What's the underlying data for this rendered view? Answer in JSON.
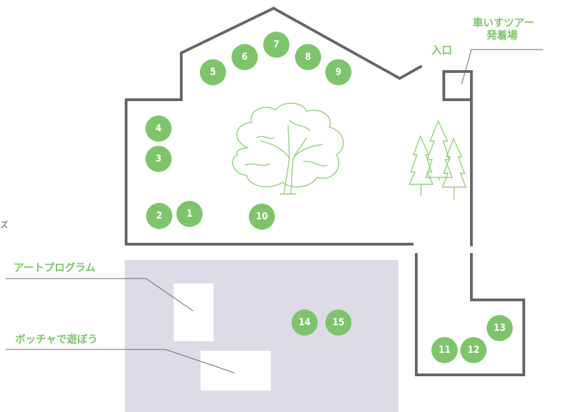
{
  "colors": {
    "accent": "#7dc46a",
    "wall": "#666666",
    "plaza": "#dddbe8"
  },
  "labels": {
    "entrance": "入口",
    "wheelchair_line1": "車いすツアー",
    "wheelchair_line2": "発着場",
    "art_program": "アートプログラム",
    "boccia": "ボッチャで遊ぼう",
    "edge_char": "ズ"
  },
  "markers": [
    "1",
    "2",
    "3",
    "4",
    "5",
    "6",
    "7",
    "8",
    "9",
    "10",
    "11",
    "12",
    "13",
    "14",
    "15"
  ],
  "icons": [
    "big-tree-icon",
    "conifer-trees-icon"
  ]
}
